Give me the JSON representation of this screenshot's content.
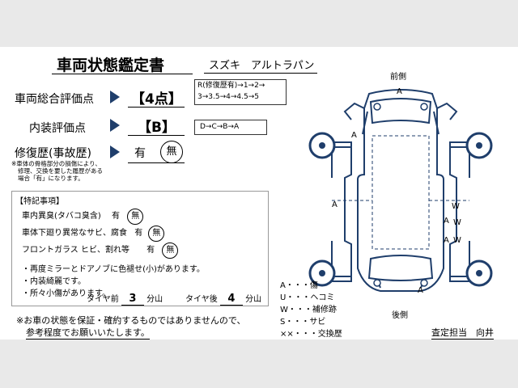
{
  "header": {
    "title": "車両状態鑑定書",
    "model": "スズキ　アルトラパン"
  },
  "rating": {
    "overall_label": "車両総合評価点",
    "overall_value": "【4点】",
    "overall_scale_line1": "R(修復歴有)→1→2→",
    "overall_scale_line2": "3→3.5→4→4.5→5",
    "interior_label": "内装評価点",
    "interior_value": "【B】",
    "interior_scale": "D→C→B→A",
    "repair_label": "修復歴(事故歴)",
    "repair_yes": "有",
    "repair_no": "無",
    "repair_note_1": "※車体の骨格部分の損傷により、",
    "repair_note_2": "修理、交換を要した履歴がある",
    "repair_note_3": "場合「有」になります。"
  },
  "remarks": {
    "heading": "【特記事項】",
    "items": [
      {
        "label": "車内異臭(タバコ臭含)",
        "yes": "有",
        "no": "無"
      },
      {
        "label": "車体下廻り異常なサビ、腐食",
        "yes": "有",
        "no": "無"
      },
      {
        "label": "フロントガラス ヒビ、割れ等",
        "yes": "有",
        "no": "無"
      }
    ],
    "notes": [
      "・再度ミラーとドアノブに色褪せ(小)があります。",
      "・内装綺麗です。",
      "・所々小傷があります。"
    ],
    "tire_front_label": "タイヤ前",
    "tire_front_value": "3",
    "tire_rear_label": "タイヤ後",
    "tire_rear_value": "4",
    "tire_unit": "分山"
  },
  "footer": {
    "disclaimer_1": "※お車の状態を保証・確約するものではありませんので、",
    "disclaimer_2": "参考程度でお願いいたします。",
    "inspector": "査定担当　向井"
  },
  "diagram": {
    "front_label": "前側",
    "rear_label": "後側",
    "marks": [
      "A",
      "A",
      "A",
      "W",
      "A",
      "W",
      "A",
      "W",
      "A"
    ],
    "line_color": "#1f3e6b"
  },
  "legend": [
    "A・・・傷",
    "U・・・ヘコミ",
    "W・・・補修跡",
    "S・・・サビ",
    "××・・・交換歴"
  ]
}
